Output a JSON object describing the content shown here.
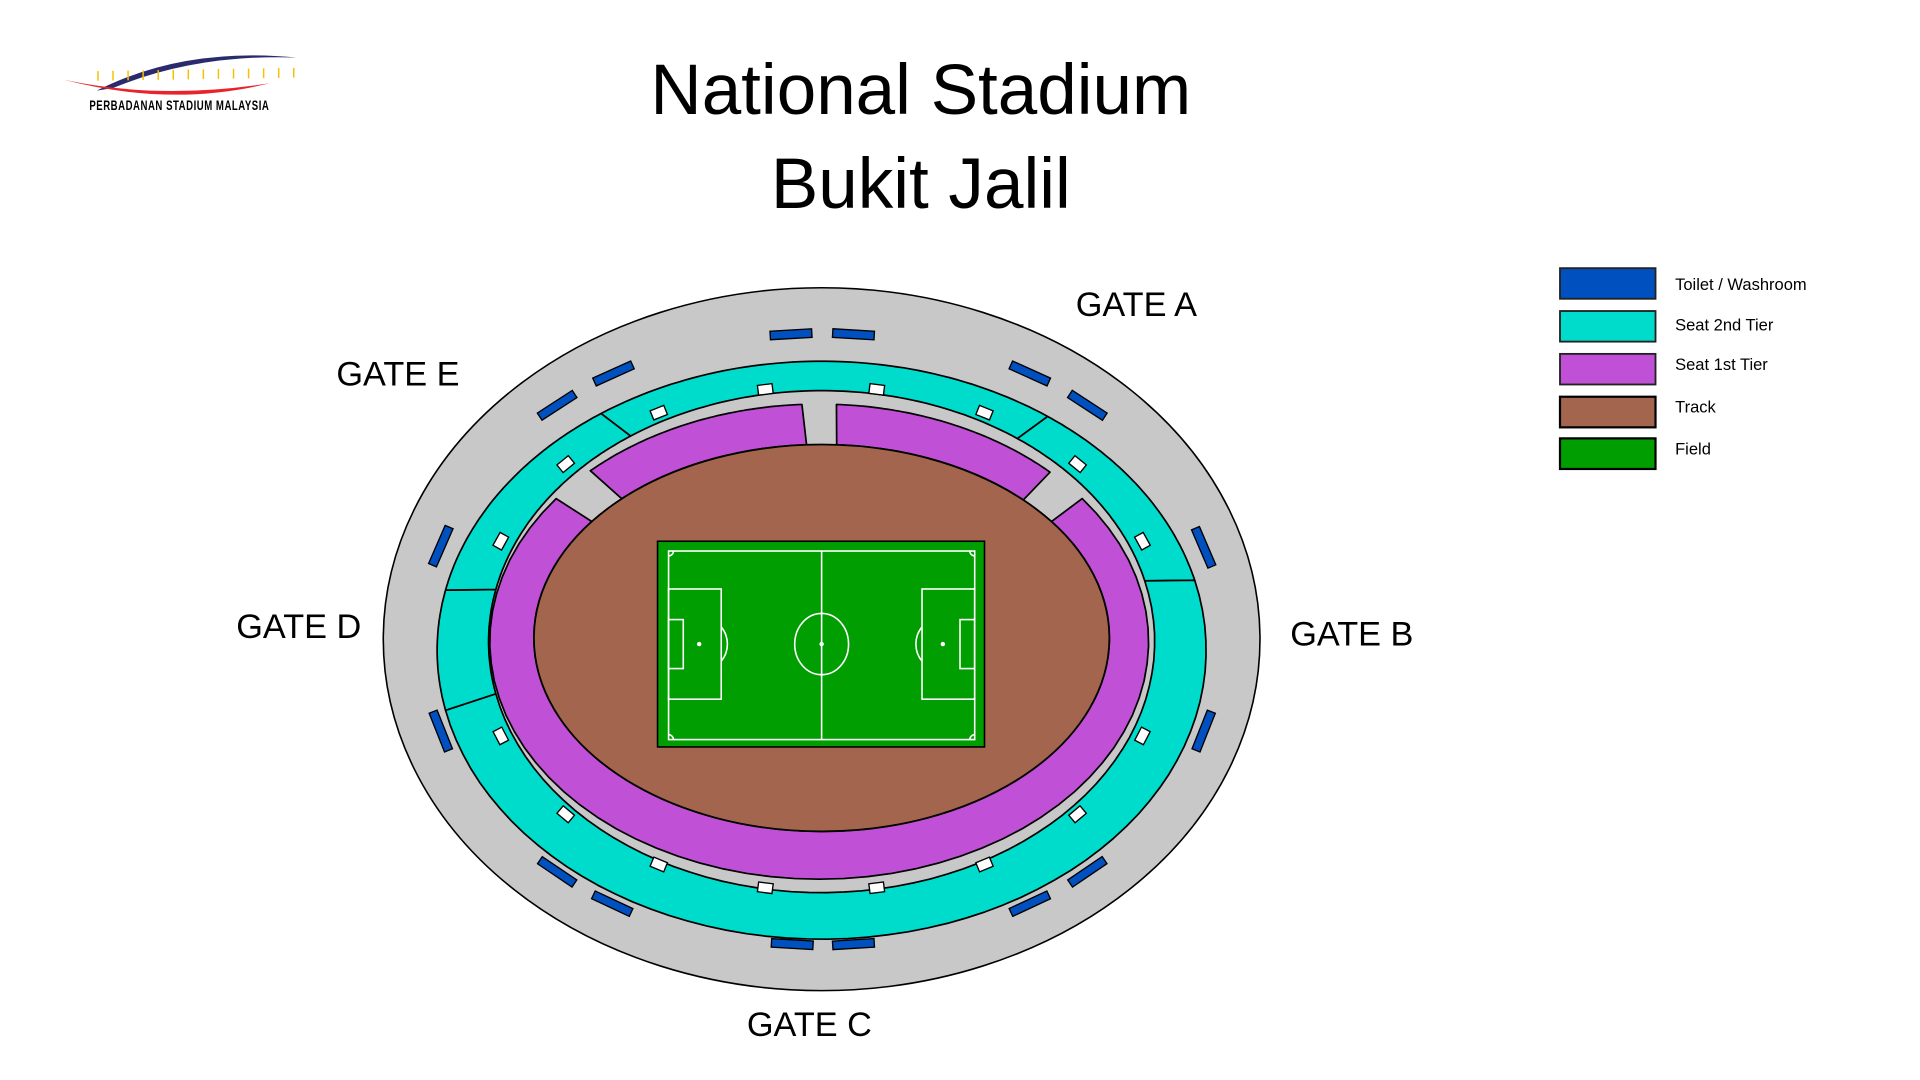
{
  "logo": {
    "text": "PERBADANAN STADIUM MALAYSIA"
  },
  "title": {
    "line1": "National Stadium",
    "line2": "Bukit Jalil"
  },
  "gates": {
    "a": "GATE A",
    "b": "GATE B",
    "c": "GATE C",
    "d": "GATE D",
    "e": "GATE E"
  },
  "legend": [
    {
      "label": "Toilet / Washroom",
      "color": "#0050c0"
    },
    {
      "label": "Seat 2nd Tier",
      "color": "#00dccc"
    },
    {
      "label": "Seat 1st Tier",
      "color": "#c050d5"
    },
    {
      "label": "Track",
      "color": "#a3654d"
    },
    {
      "label": "Field",
      "color": "#009e00"
    }
  ],
  "colors": {
    "concourse": "#c8c8c8",
    "exit": "#ffffff",
    "logo_navy": "#2a2b6e",
    "logo_red": "#e8232b",
    "logo_yellow": "#f5c000"
  }
}
